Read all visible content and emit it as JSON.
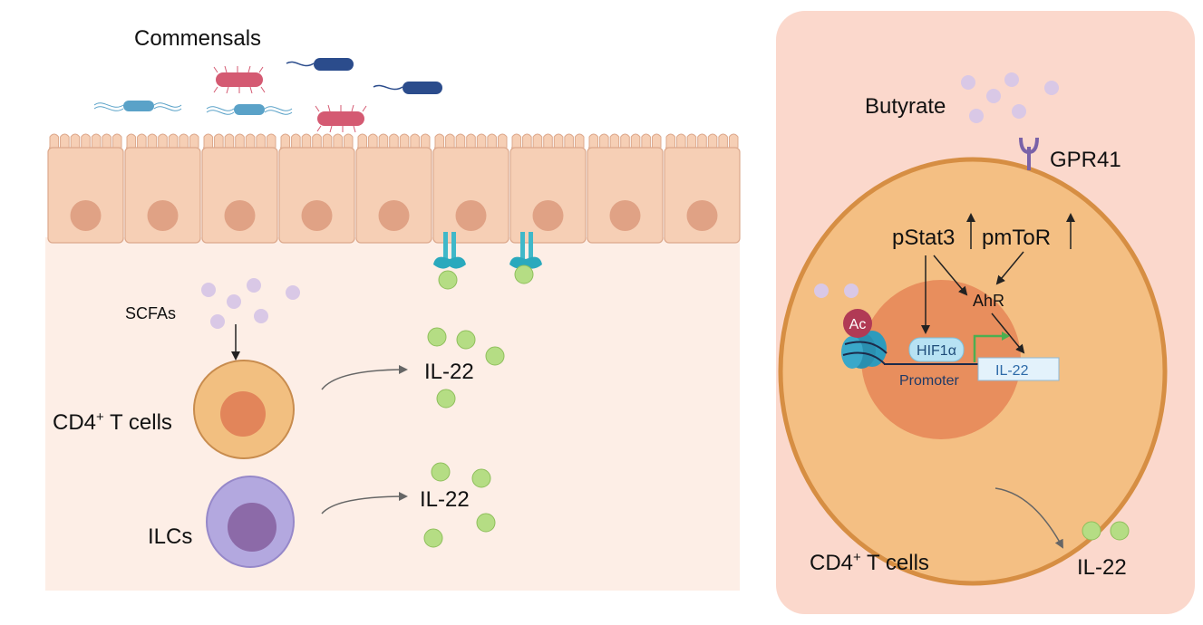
{
  "left_panel": {
    "commensals_label": "Commensals",
    "scfas_label": "SCFAs",
    "cd4_label": {
      "main": "CD4",
      "sup": "+",
      "rest": " T cells"
    },
    "ilcs_label": "ILCs",
    "il22_label_top": "IL-22",
    "il22_label_bottom": "IL-22"
  },
  "right_panel": {
    "butyrate_label": "Butyrate",
    "gpr41_label": "GPR41",
    "pstat3_label": "pStat3",
    "pmtor_label": "pmToR",
    "ahr_label": "AhR",
    "ac_label": "Ac",
    "hif1a_label": "HIF1α",
    "promoter_label": "Promoter",
    "il22_gene_label": "IL-22",
    "cd4_label": {
      "main": "CD4",
      "sup": "+",
      "rest": " T cells"
    },
    "il22_out_label": "IL-22"
  },
  "colors": {
    "epithelium": "#f6cfb5",
    "epithelium_border": "#dca88c",
    "epithelial_nucleus": "#e0a285",
    "lamina_bg": "#fdeee6",
    "scfa": "#d9c8e6",
    "il22": "#b5dd84",
    "cd4_cell": "#f2bf80",
    "cd4_nucleus": "#e2855a",
    "ilc_cell": "#b3a8df",
    "ilc_nucleus": "#8c6aa8",
    "panel_bg": "#fbd8cc",
    "big_cell": "#f4bf83",
    "big_cell_border": "#d68e43",
    "big_nucleus": "#e88e5d",
    "ac_marker": "#b13a55",
    "hif1a": "#b7e2f3",
    "nucleosome": "#2d9bbd",
    "tss_arrow": "#4caf50",
    "bacteria_red": "#d45a72",
    "bacteria_blue": "#2b4c8c",
    "bacteria_teal": "#5aa2c8"
  }
}
